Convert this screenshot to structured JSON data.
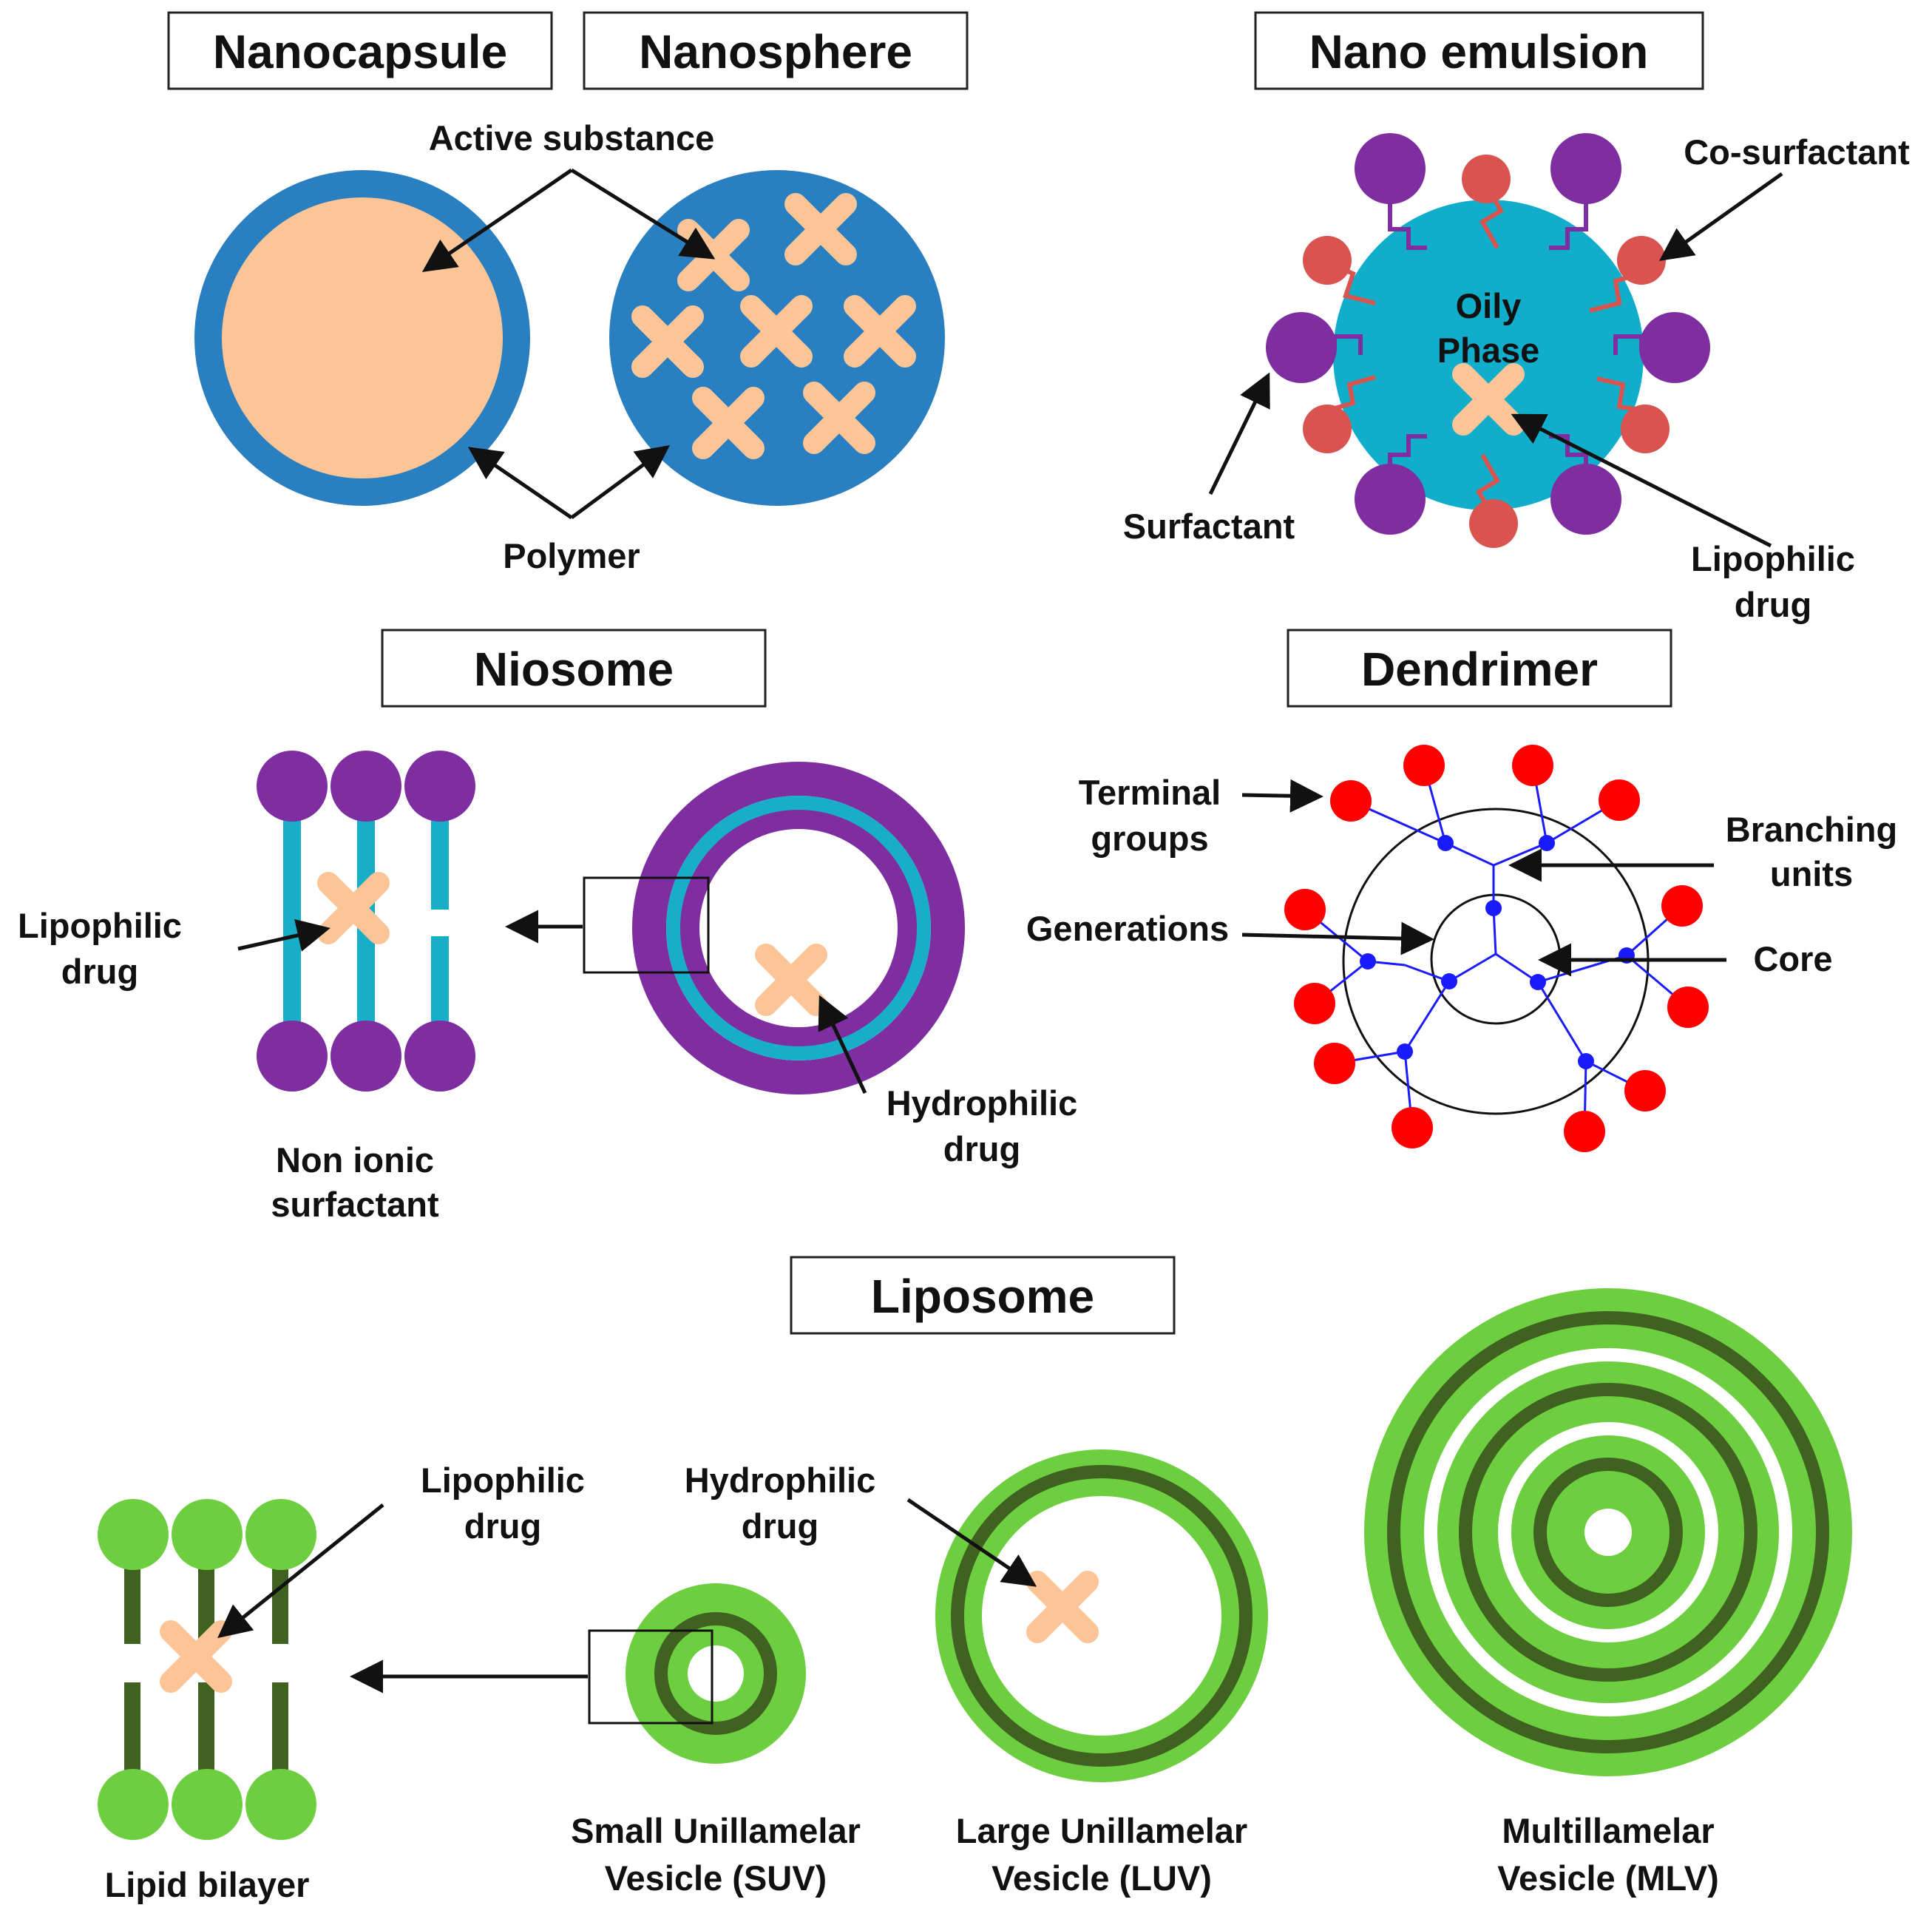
{
  "titles": {
    "nanocapsule": "Nanocapsule",
    "nanosphere": "Nanosphere",
    "nano_emulsion": "Nano emulsion",
    "niosome": "Niosome",
    "dendrimer": "Dendrimer",
    "liposome": "Liposome"
  },
  "nano_particles": {
    "active_substance": "Active substance",
    "polymer": "Polymer"
  },
  "nano_emulsion": {
    "co_surfactant": "Co-surfactant",
    "oily_line1": "Oily",
    "oily_line2": "Phase",
    "surfactant": "Surfactant",
    "lipophilic_line1": "Lipophilic",
    "lipophilic_line2": "drug"
  },
  "niosome": {
    "lipophilic_line1": "Lipophilic",
    "lipophilic_line2": "drug",
    "surfactant_line1": "Non ionic",
    "surfactant_line2": "surfactant",
    "hydrophilic_line1": "Hydrophilic",
    "hydrophilic_line2": "drug"
  },
  "dendrimer": {
    "terminal_line1": "Terminal",
    "terminal_line2": "groups",
    "branching_line1": "Branching",
    "branching_line2": "units",
    "generations": "Generations",
    "core": "Core"
  },
  "liposome": {
    "lipophilic_line1": "Lipophilic",
    "lipophilic_line2": "drug",
    "hydrophilic_line1": "Hydrophilic",
    "hydrophilic_line2": "drug",
    "bilayer": "Lipid bilayer",
    "suv_line1": "Small Unillamelar",
    "suv_line2": "Vesicle (SUV)",
    "luv_line1": "Large Unillamelar",
    "luv_line2": "Vesicle (LUV)",
    "mlv_line1": "Multillamelar",
    "mlv_line2": "Vesicle (MLV)"
  },
  "colors": {
    "polymer_blue": "#2a7fc0",
    "drug_peach": "#fcc597",
    "oil_cyan": "#11aecb",
    "surfactant_purple": "#7e2ea0",
    "cosurfactant_red": "#d9534f",
    "niosome_tail": "#19aec8",
    "dendrimer_red": "#ff0000",
    "dendrimer_blue": "#1a1aff",
    "lipid_green": "#6dcf40",
    "lipid_dark": "#3f6220"
  }
}
